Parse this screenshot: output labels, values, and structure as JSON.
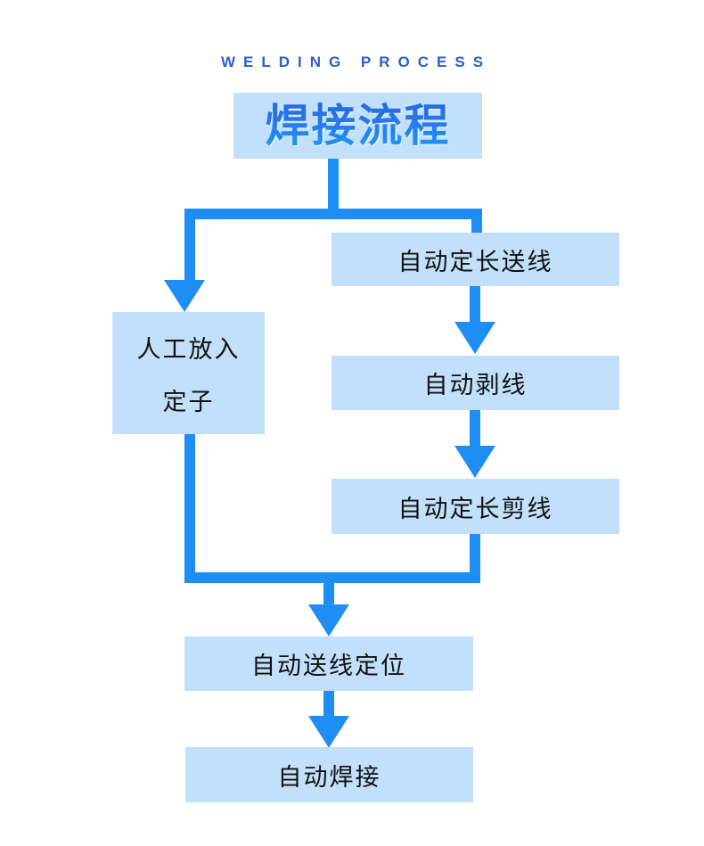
{
  "header": {
    "eyebrow": "WELDING PROCESS",
    "title": "焊接流程"
  },
  "colors": {
    "box_fill": "#c2e0fb",
    "connector": "#1e8df4",
    "eyebrow_text": "#2c5fc9",
    "title_gradient_top": "#1f63d8",
    "title_gradient_bottom": "#2e9cf7",
    "box_text": "#111111",
    "background": "#ffffff"
  },
  "chart_data": {
    "type": "diagram",
    "title": "焊接流程",
    "subtitle": "WELDING PROCESS",
    "nodes": [
      {
        "id": "n0",
        "label": "焊接流程",
        "role": "title"
      },
      {
        "id": "n1",
        "label": "人工放入定子",
        "lines": [
          "人工放入",
          "定子"
        ],
        "branch": "left"
      },
      {
        "id": "n2",
        "label": "自动定长送线",
        "branch": "right"
      },
      {
        "id": "n3",
        "label": "自动剥线",
        "branch": "right"
      },
      {
        "id": "n4",
        "label": "自动定长剪线",
        "branch": "right"
      },
      {
        "id": "n5",
        "label": "自动送线定位",
        "branch": "merged"
      },
      {
        "id": "n6",
        "label": "自动焊接",
        "branch": "merged"
      }
    ],
    "edges": [
      {
        "from": "n0",
        "to": "n1"
      },
      {
        "from": "n0",
        "to": "n2"
      },
      {
        "from": "n2",
        "to": "n3"
      },
      {
        "from": "n3",
        "to": "n4"
      },
      {
        "from": "n1",
        "to": "n5"
      },
      {
        "from": "n4",
        "to": "n5"
      },
      {
        "from": "n5",
        "to": "n6"
      }
    ]
  },
  "nodes": {
    "manual_insert_line1": "人工放入",
    "manual_insert_line2": "定子",
    "auto_feed_length": "自动定长送线",
    "auto_strip": "自动剥线",
    "auto_cut_length": "自动定长剪线",
    "auto_feed_position": "自动送线定位",
    "auto_weld": "自动焊接"
  }
}
